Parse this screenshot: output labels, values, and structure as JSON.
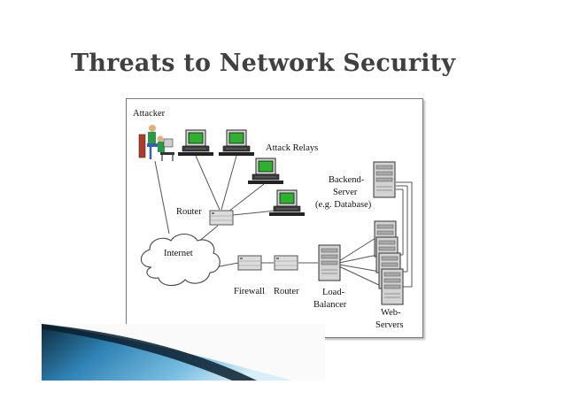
{
  "slide": {
    "title": "Threats to Network Security"
  },
  "diagram": {
    "attacker_label": "Attacker",
    "attack_relays_label": "Attack Relays",
    "router_label": "Router",
    "internet_label": "Internet",
    "firewall_label": "Firewall",
    "router2_label": "Router",
    "load_balancer_label_1": "Load-",
    "load_balancer_label_2": "Balancer",
    "backend_label_1": "Backend-",
    "backend_label_2": "Server",
    "backend_label_3": "(e.g. Database)",
    "web_servers_label_1": "Web-",
    "web_servers_label_2": "Servers"
  },
  "colors": {
    "title": "#404040",
    "screen": "#2fb02f",
    "swoosh_dark": "#0b1f2e",
    "swoosh_blue": "#2f83b5",
    "swoosh_light": "#9fd0e8"
  }
}
